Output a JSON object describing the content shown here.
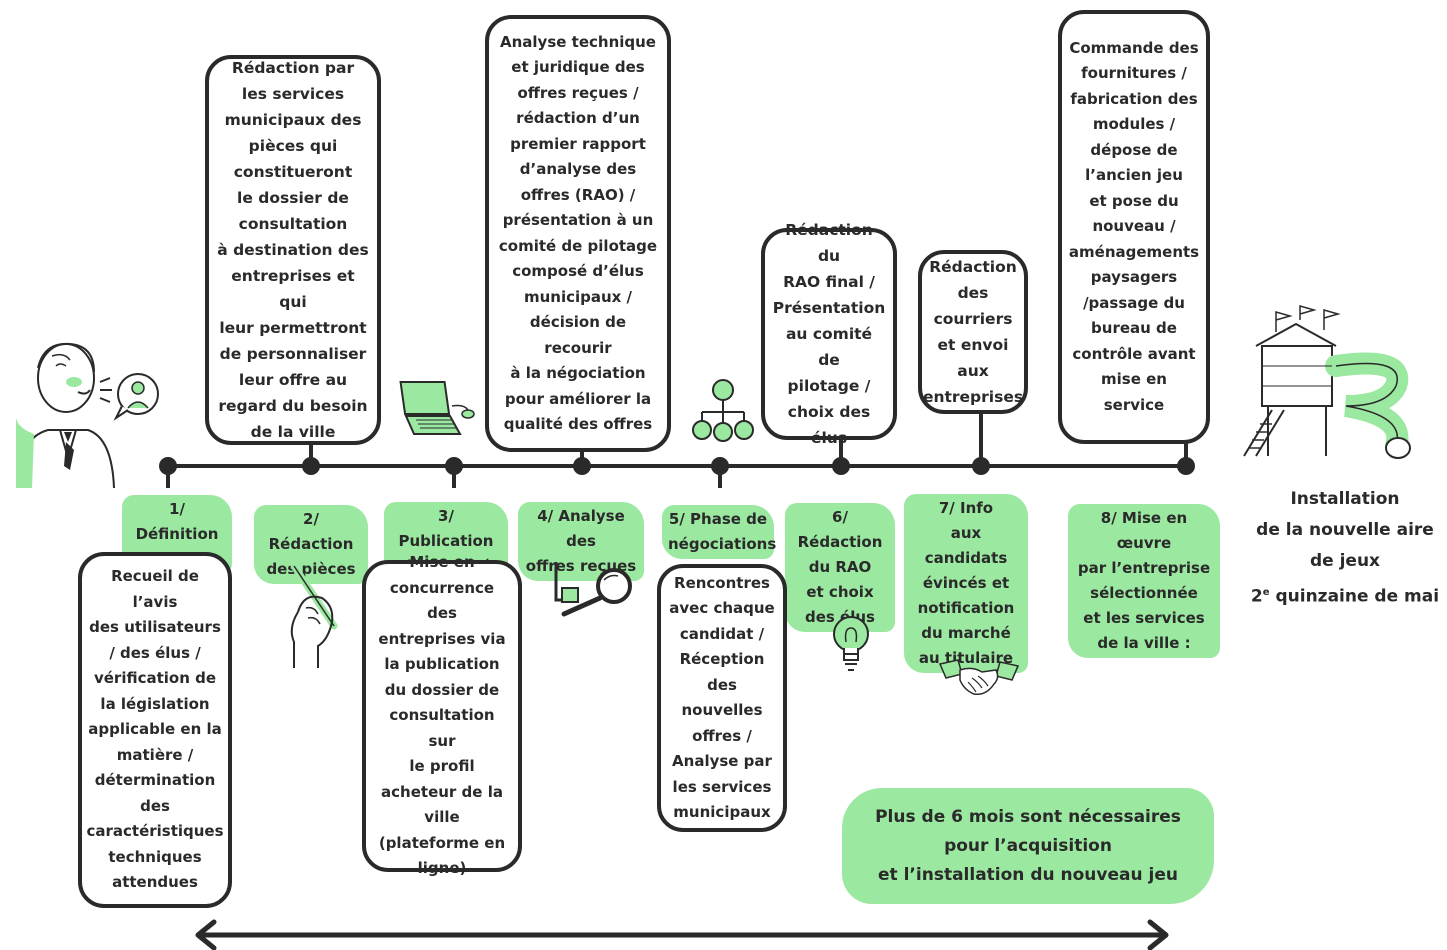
{
  "top_boxes": [
    "Rédaction par\nles services\nmunicipaux des\npièces qui\nconstitueront\nle dossier de\nconsultation\nà destination des\nentreprises et qui\nleur permettront\nde personnaliser\nleur offre au\nregard du besoin\nde la ville",
    "Analyse technique\net juridique des\noffres reçues /\nrédaction d’un\npremier rapport\nd’analyse des\noffres (RAO) /\nprésentation à un\ncomité de pilotage\ncomposé d’élus\nmunicipaux /\ndécision de recourir\nà la négociation\npour améliorer la\nqualité des offres",
    "Rédaction du\nRAO final /\nPrésentation\nau comité de\npilotage /\nchoix des\nélus",
    "Rédaction\ndes\ncourriers\net envoi\naux\nentreprises",
    "Commande des\nfournitures /\nfabrication des\nmodules /\ndépose de\nl’ancien jeu\net pose du\nnouveau /\naménagements\npaysagers\n/passage du\nbureau de\ncontrôle avant\nmise en service"
  ],
  "bottom_boxes": [
    "Recueil de l’avis\ndes utilisateurs\n/ des élus /\nvérification de\nla législation\napplicable en la\nmatière /\ndétermination\ndes\ncaractéristiques\ntechniques\nattendues",
    "Mise en\nconcurrence des\nentreprises via\nla publication\ndu dossier de\nconsultation sur\nle profil\nacheteur de la\nville\n(plateforme en\nligne)",
    "Rencontres\navec chaque\ncandidat /\nRéception\ndes nouvelles\noffres /\nAnalyse par\nles services\nmunicipaux"
  ],
  "steps": [
    "1/ Définition\ndu besoin",
    "2/ Rédaction\ndes pièces",
    "3/ Publication\ndu marché",
    "4/ Analyse des\noffres reçues",
    "5/ Phase de\nnégociations",
    "6/ Rédaction\ndu RAO\net choix\ndes élus",
    "7/ Info\naux candidats\névincés et\nnotification\ndu marché\nau titulaire",
    "8/ Mise en œuvre\npar l’entreprise\nsélectionnée\net les services\nde la ville :"
  ],
  "final": {
    "line1": "Installation",
    "line2": "de la nouvelle aire",
    "line3": "de jeux",
    "line4_num": "2",
    "line4_sup": "e",
    "line4_rest": " quinzaine de mai"
  },
  "duration_note": "Plus de 6 mois sont nécessaires\npour l’acquisition\net l’installation du nouveau jeu",
  "colors": {
    "accent_green": "#9be8a0",
    "ink": "#2a2a2a"
  },
  "icons": [
    "person-speaking-icon",
    "laptop-icon",
    "network-people-icon",
    "playground-icon",
    "pen-hand-icon",
    "magnifier-hand-icon",
    "lightbulb-icon",
    "handshake-icon",
    "double-arrow-icon"
  ]
}
